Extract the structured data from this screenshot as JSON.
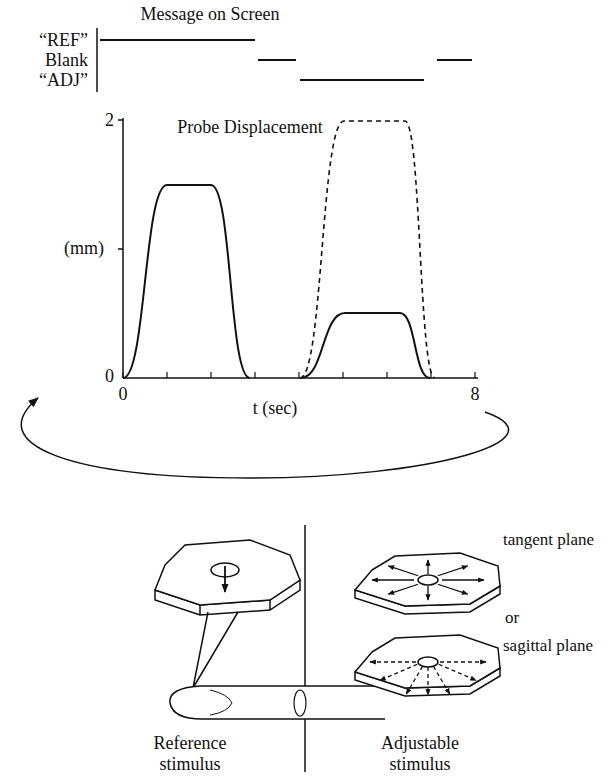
{
  "diagram": {
    "labels": [
      "Message on Screen",
      "“REF”",
      "Blank",
      "“ADJ”",
      "Probe Displacement",
      "2",
      "(mm)",
      "0",
      "0",
      "t (sec)",
      "8",
      "tangent plane",
      "or",
      "sagittal plane",
      "Reference stimulus",
      "Adjustable stimulus"
    ]
  }
}
